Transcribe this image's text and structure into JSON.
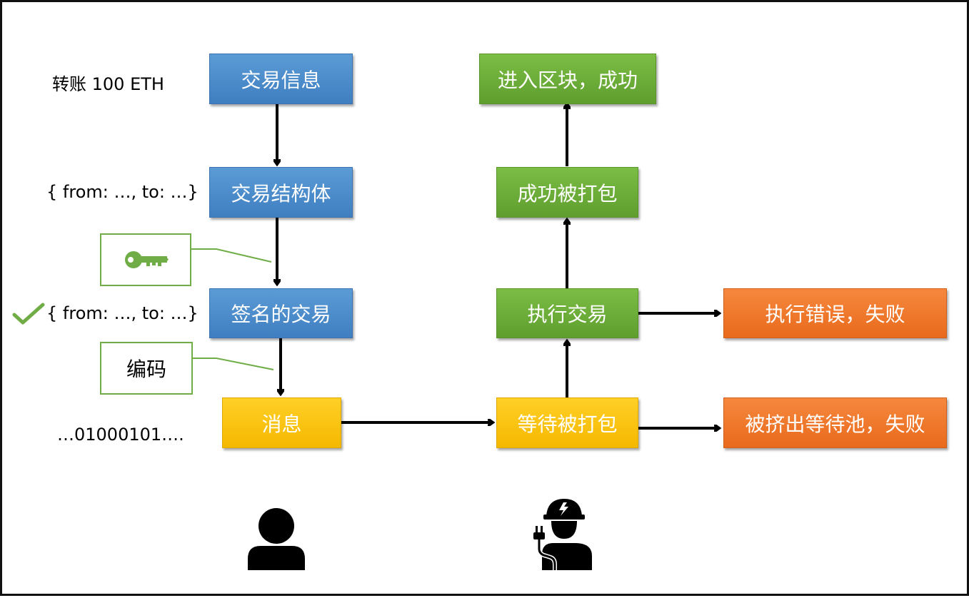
{
  "left_labels": {
    "transfer": "转账 100 ETH",
    "struct": "{ from: …, to: …}",
    "signed": "{ from: …, to: …}",
    "binary": "…01000101…."
  },
  "callouts": {
    "encode": "编码",
    "key_icon": "key-icon"
  },
  "flow": {
    "tx_info": "交易信息",
    "tx_struct": "交易结构体",
    "signed_tx": "签名的交易",
    "message": "消息",
    "waiting": "等待被打包",
    "execute": "执行交易",
    "packed": "成功被打包",
    "success": "进入区块，成功",
    "exec_error": "执行错误，失败",
    "evicted": "被挤出等待池，失败"
  },
  "colors": {
    "blue": "#5b9bd5",
    "green": "#70ad47",
    "yellow": "#ffc000",
    "orange": "#ed7d31"
  },
  "icons": {
    "user": "user-icon",
    "miner": "miner-icon",
    "check": "check-icon"
  }
}
